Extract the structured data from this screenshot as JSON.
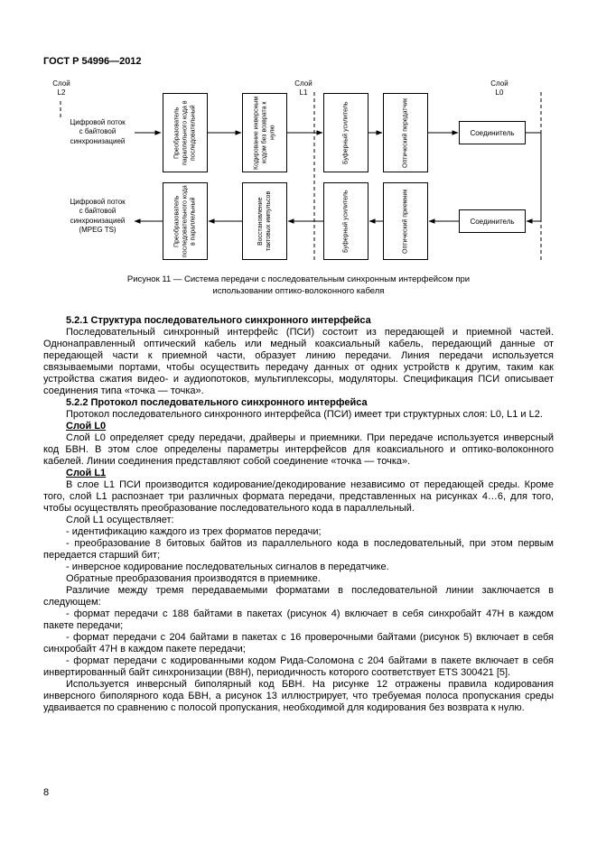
{
  "page": {
    "header": "ГОСТ Р 54996—2012",
    "number": "8"
  },
  "colors": {
    "ink": "#000000",
    "paper": "#ffffff"
  },
  "figure": {
    "caption": "Рисунок 11 — Система передачи с последовательным синхронным интерфейсом при использовании оптико-волоконного кабеля",
    "layers": [
      "Слой\nL2",
      "Слой\nL1",
      "Слой\nL0"
    ],
    "stream_in": "Цифровой поток\nс байтовой\nсинхронизацией",
    "stream_out": "Цифровой поток\nс байтовой\nсинхронизацией\n(MPEG TS)",
    "top_row": [
      "Преобразователь параллельного кода в последовательный",
      "Кодирование инверсным кодом без возврата к нулю",
      "Буферный усилитель",
      "Оптический передатчик",
      "Соединитель"
    ],
    "bottom_row": [
      "Преобразователь последовательного кода в параллельный",
      "Восстановление тактовых импульсов",
      "Буферный усилитель",
      "Оптический приемник",
      "Соединитель"
    ]
  },
  "content": {
    "heading_521": "5.2.1 Структура последовательного синхронного интерфейса",
    "para_521_1": "Последовательный синхронный интерфейс (ПСИ) состоит из передающей и приемной частей. Однонаправленный оптический кабель или медный коаксиальный кабель, передающий данные от передающей части к приемной части, образует линию передачи. Линия передачи используется связываемыми портами, чтобы осуществить передачу данных от одних устройств к другим, таким как устройства сжатия видео- и аудиопотоков, мультиплексоры, модуляторы. Спецификация ПСИ описывает соединения типа «точка — точка».",
    "heading_522": "5.2.2 Протокол последовательного синхронного интерфейса",
    "para_522_1": "Протокол последовательного синхронного интерфейса (ПСИ) имеет три структурных слоя: L0, L1 и L2.",
    "sub_l0": "Слой L0",
    "para_l0_1": "Слой L0 определяет среду передачи, драйверы и приемники. При передаче используется инверсный код БВН. В этом слое определены параметры интерфейсов для коаксиального и оптико-волоконного кабелей. Линии соединения представляют собой соединение «точка — точка».",
    "sub_l1": "Слой L1",
    "para_l1_1": "В слое L1 ПСИ производится кодирование/декодирование независимо от передающей среды. Кроме того, слой L1 распознает три различных формата передачи, представленных на рисунках 4…6, для того, чтобы осуществлять преобразование последовательного кода в параллельный.",
    "para_l1_2": "Слой L1 осуществляет:",
    "list1": [
      "- идентификацию каждого из трех форматов передачи;",
      "- преобразование 8 битовых байтов из параллельного кода в последовательный, при этом первым передается старший бит;",
      "- инверсное кодирование последовательных сигналов в передатчике."
    ],
    "para_l1_3": "Обратные преобразования производятся в приемнике.",
    "para_l1_4": "Различие между тремя передаваемыми форматами в последовательной линии заключается в следующем:",
    "list2": [
      "- формат передачи с 188 байтами в пакетах (рисунок 4) включает в себя синхробайт 47H в каждом пакете передачи;",
      "- формат передачи с 204 байтами в пакетах с 16 проверочными байтами (рисунок 5) включает в себя синхробайт 47H в каждом пакете передачи;",
      "- формат передачи с кодированными кодом Рида-Соломона с 204 байтами в пакете включает в себя инвертированный байт синхронизации (B8H), периодичность которого соответствует ETS 300421 [5]."
    ],
    "para_l1_5": "Используется инверсный биполярный код БВН. На рисунке 12 отражены правила кодирования инверсного биполярного кода БВН, а рисунок 13 иллюстрирует, что требуемая полоса пропускания среды удваивается по сравнению с полосой пропускания, необходимой для кодирования без возврата к нулю."
  }
}
